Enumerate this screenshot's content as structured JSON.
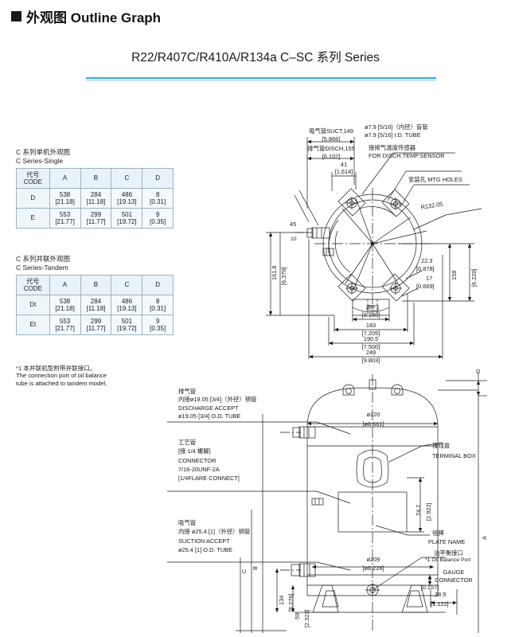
{
  "header": {
    "title_cn": "外观图",
    "title_en": "Outline Graph",
    "title_full": "外观图 Outline Graph"
  },
  "series": {
    "title": "R22/R407C/R410A/R134a C–SC 系列 Series",
    "accent_color": "#3aa6e0"
  },
  "tables": [
    {
      "caption_cn": "C 系列单机外观图",
      "caption_en": "C Series-Single",
      "headers": [
        "代号\nCODE",
        "A",
        "B",
        "C",
        "D"
      ],
      "header_code_cn": "代号",
      "header_code_en": "CODE",
      "rows": [
        {
          "code": "D",
          "cells": [
            {
              "mm": "538",
              "inch": "[21.18]"
            },
            {
              "mm": "284",
              "inch": "[11.18]"
            },
            {
              "mm": "486",
              "inch": "[19.13]"
            },
            {
              "mm": "8",
              "inch": "[0.31]"
            }
          ]
        },
        {
          "code": "E",
          "cells": [
            {
              "mm": "553",
              "inch": "[21.77]"
            },
            {
              "mm": "299",
              "inch": "[11.77]"
            },
            {
              "mm": "501",
              "inch": "[19.72]"
            },
            {
              "mm": "9",
              "inch": "[0.35]"
            }
          ]
        }
      ]
    },
    {
      "caption_cn": "C 系列并联外观图",
      "caption_en": "C Series-Tandem",
      "headers": [
        "代号\nCODE",
        "A",
        "B",
        "C",
        "D"
      ],
      "header_code_cn": "代号",
      "header_code_en": "CODE",
      "rows": [
        {
          "code": "Dt",
          "cells": [
            {
              "mm": "538",
              "inch": "[21.18]"
            },
            {
              "mm": "284",
              "inch": "[11.18]"
            },
            {
              "mm": "486",
              "inch": "[19.13]"
            },
            {
              "mm": "8",
              "inch": "[0.31]"
            }
          ]
        },
        {
          "code": "Et",
          "cells": [
            {
              "mm": "553",
              "inch": "[21.77]"
            },
            {
              "mm": "299",
              "inch": "[11.77]"
            },
            {
              "mm": "501",
              "inch": "[19.72]"
            },
            {
              "mm": "9",
              "inch": "[0.35]"
            }
          ]
        }
      ]
    }
  ],
  "note": {
    "line1": "*1 本并联机型附带并联接口。",
    "line2": "The connection port of oil balance",
    "line3": "tube is attached to tandem model."
  },
  "top_view": {
    "suct_label": "吸气管SUCT,149",
    "suct_inch": "[5.866]",
    "disch_label": "排气管DISCH,155",
    "disch_inch": "[6.102]",
    "dim_41": "41",
    "dim_41_inch": "[1.614]",
    "id_tube_cn": "ø7.9 [5/16]（内径）盲管",
    "id_tube_en": "ø7.9 [5/16] I.D. TUBE",
    "sensor_cn": "接排气温度传感器",
    "sensor_en": "FOR DISCH.TEMP.SENSOR",
    "mtg_holes": "安装孔 MTG HOLES",
    "radius": "R132.05",
    "angle_45": "45",
    "angle_10": "10",
    "dim_161_8": "161.8",
    "dim_161_8_inch": "[6.370]",
    "dim_22_3": "22.3",
    "dim_22_3_inch": "[0.878]",
    "dim_17": "17",
    "dim_17_inch": "[0.669]",
    "dim_158": "158",
    "dim_158_inch": "[6.220]",
    "dim_80": "80",
    "dim_80_inch": "[3.150]",
    "dim_183": "183",
    "dim_183_inch": "[7.205]",
    "dim_190_5": "190.5",
    "dim_190_5_inch": "[7.500]",
    "dim_249": "249",
    "dim_249_inch": "[9.803]"
  },
  "side_view": {
    "discharge": {
      "cn1": "排气管",
      "cn2": "内接ø19.05 [3/4]（外径）铜管",
      "en1": "DISCHARGE ACCEPT",
      "en2": "ø19.05 [3/4]  O.D. TUBE"
    },
    "connector": {
      "cn1": "工艺管",
      "cn2": "[接 1/4 螺解]",
      "en1": "CONNECTOR",
      "en2": "7/16-20UNF-2A",
      "en3": "[1/4FLARE CONNECT]"
    },
    "suction": {
      "cn1": "吸气管",
      "cn2": "内接 ø25.4 [1]（外径）铜管",
      "en1": "SUCTION ACCEPT",
      "en2": "ø25.4 [1]  O.D. TUBE"
    },
    "terminal_box_cn": "接线盒",
    "terminal_box_en": "TERMINAL BOX",
    "plate_name_cn": "铭牌",
    "plate_name_en": "PLATE NAME",
    "oil_port_cn": "油平衡接口",
    "oil_port_en": "*1 Oil Balance Port",
    "gauge_en1": "GAUGE",
    "gauge_en2": "CONNECTOR",
    "dia_220": "ø220",
    "dia_220_inch": "[ø8.661]",
    "dia_209": "ø209",
    "dia_209_inch": "[ø8.228]",
    "dim_74_2": "74.2",
    "dim_74_2_inch": "[2.922]",
    "dim_4": "4",
    "dim_4_inch": "[0.157]",
    "dim_28_5": "28.5",
    "dim_28_5_inch": "[1.122]",
    "dim_134": "134",
    "dim_134_inch": "[5.276]",
    "dim_59": "59",
    "dim_59_inch": "[2.323]",
    "letter_a": "A",
    "letter_b": "B",
    "letter_c": "C",
    "letter_d": "D"
  }
}
